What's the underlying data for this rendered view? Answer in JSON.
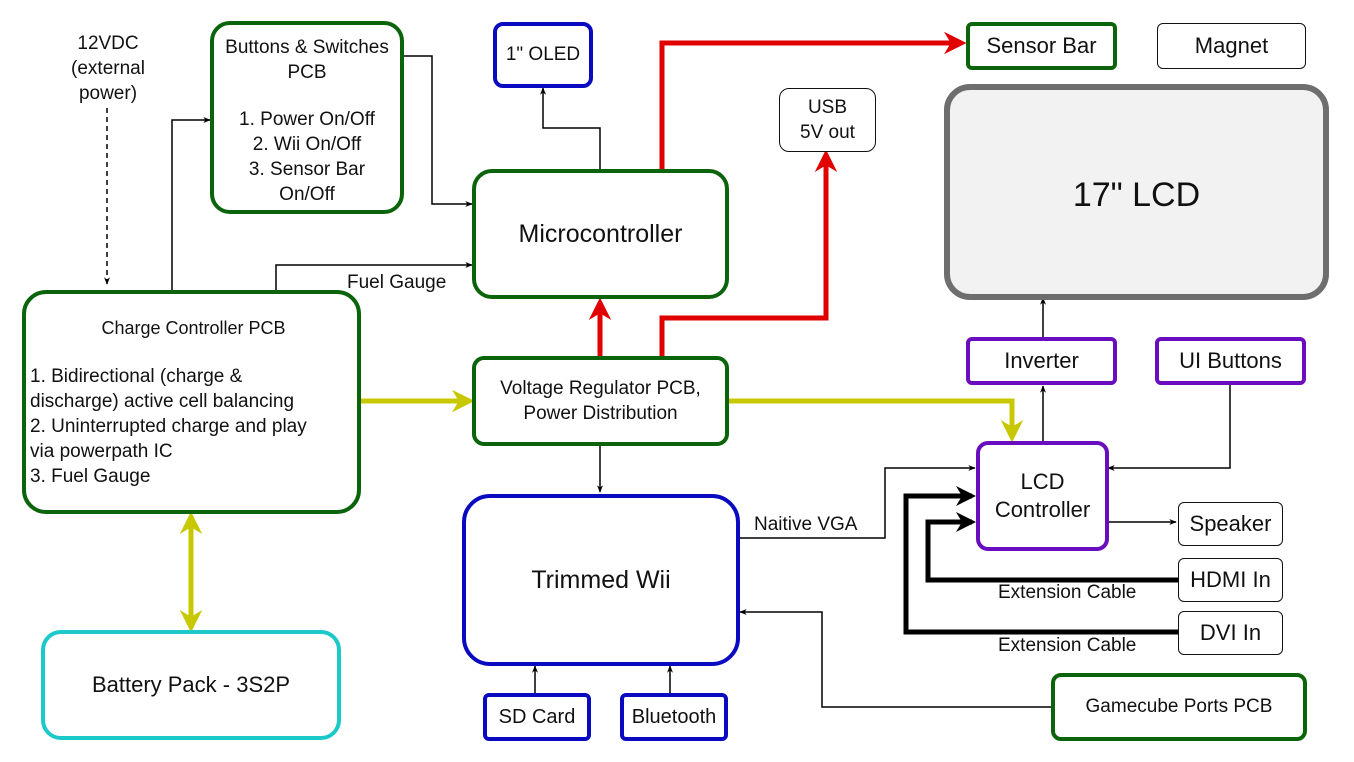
{
  "colors": {
    "pcb_border": "#0b640b",
    "wii_border": "#0a0ac0",
    "display_border": "#6a0dbe",
    "battery_border": "#1cc9c9",
    "lcd_border": "#6e6e6e",
    "power_5v": "#e00000",
    "power_main": "#c8c800",
    "signal": "#000000"
  },
  "nodes": {
    "buttons_pcb": {
      "title": "Buttons & Switches\nPCB",
      "items": "1. Power On/Off\n2. Wii On/Off\n3. Sensor Bar\nOn/Off"
    },
    "oled": "1\" OLED",
    "microcontroller": "Microcontroller",
    "usb": "USB\n5V out",
    "sensor_bar": "Sensor Bar",
    "magnet": "Magnet",
    "lcd": "17\" LCD",
    "external_power": "12VDC\n(external\npower)",
    "charge_controller": {
      "title": "Charge Controller PCB",
      "items": "1. Bidirectional (charge &\ndischarge) active cell balancing\n2. Uninterrupted charge and play\nvia powerpath IC\n3. Fuel Gauge"
    },
    "voltage_regulator": "Voltage Regulator PCB,\nPower Distribution",
    "inverter": "Inverter",
    "ui_buttons": "UI Buttons",
    "lcd_controller": "LCD\nController",
    "speaker": "Speaker",
    "hdmi_in": "HDMI In",
    "dvi_in": "DVI In",
    "trimmed_wii": "Trimmed Wii",
    "sd_card": "SD Card",
    "bluetooth": "Bluetooth",
    "battery_pack": "Battery Pack - 3S2P",
    "gamecube_ports": "Gamecube Ports PCB"
  },
  "edge_labels": {
    "fuel_gauge": "Fuel Gauge",
    "native_vga": "Naitive VGA",
    "ext_cable_hdmi": "Extension Cable",
    "ext_cable_dvi": "Extension Cable"
  }
}
